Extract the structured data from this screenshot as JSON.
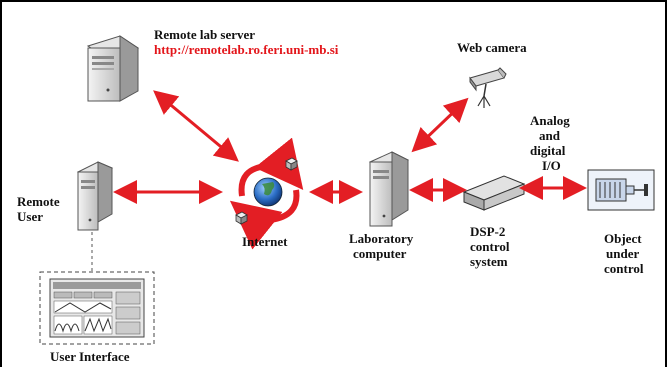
{
  "labels": {
    "server_title": "Remote lab server",
    "server_url": "http://remotelab.ro.feri.uni-mb.si",
    "web_camera": "Web camera",
    "remote_user_1": "Remote",
    "remote_user_2": "User",
    "internet": "Internet",
    "lab_computer_1": "Laboratory",
    "lab_computer_2": "computer",
    "analog_1": "Analog",
    "analog_2": "and",
    "analog_3": "digital",
    "analog_4": "I/O",
    "dsp_1": "DSP-2",
    "dsp_2": "control",
    "dsp_3": "system",
    "object_1": "Object",
    "object_2": "under",
    "object_3": "control",
    "user_interface": "User Interface"
  },
  "colors": {
    "arrow": "#e31e24",
    "url": "#e3161b",
    "frame": "#000000"
  },
  "icons": {
    "server": "server-tower-icon",
    "camera": "web-camera-icon",
    "globe": "globe-icon",
    "dsp": "dsp-box-icon",
    "motor": "motor-icon",
    "ui": "user-interface-screen-icon"
  }
}
